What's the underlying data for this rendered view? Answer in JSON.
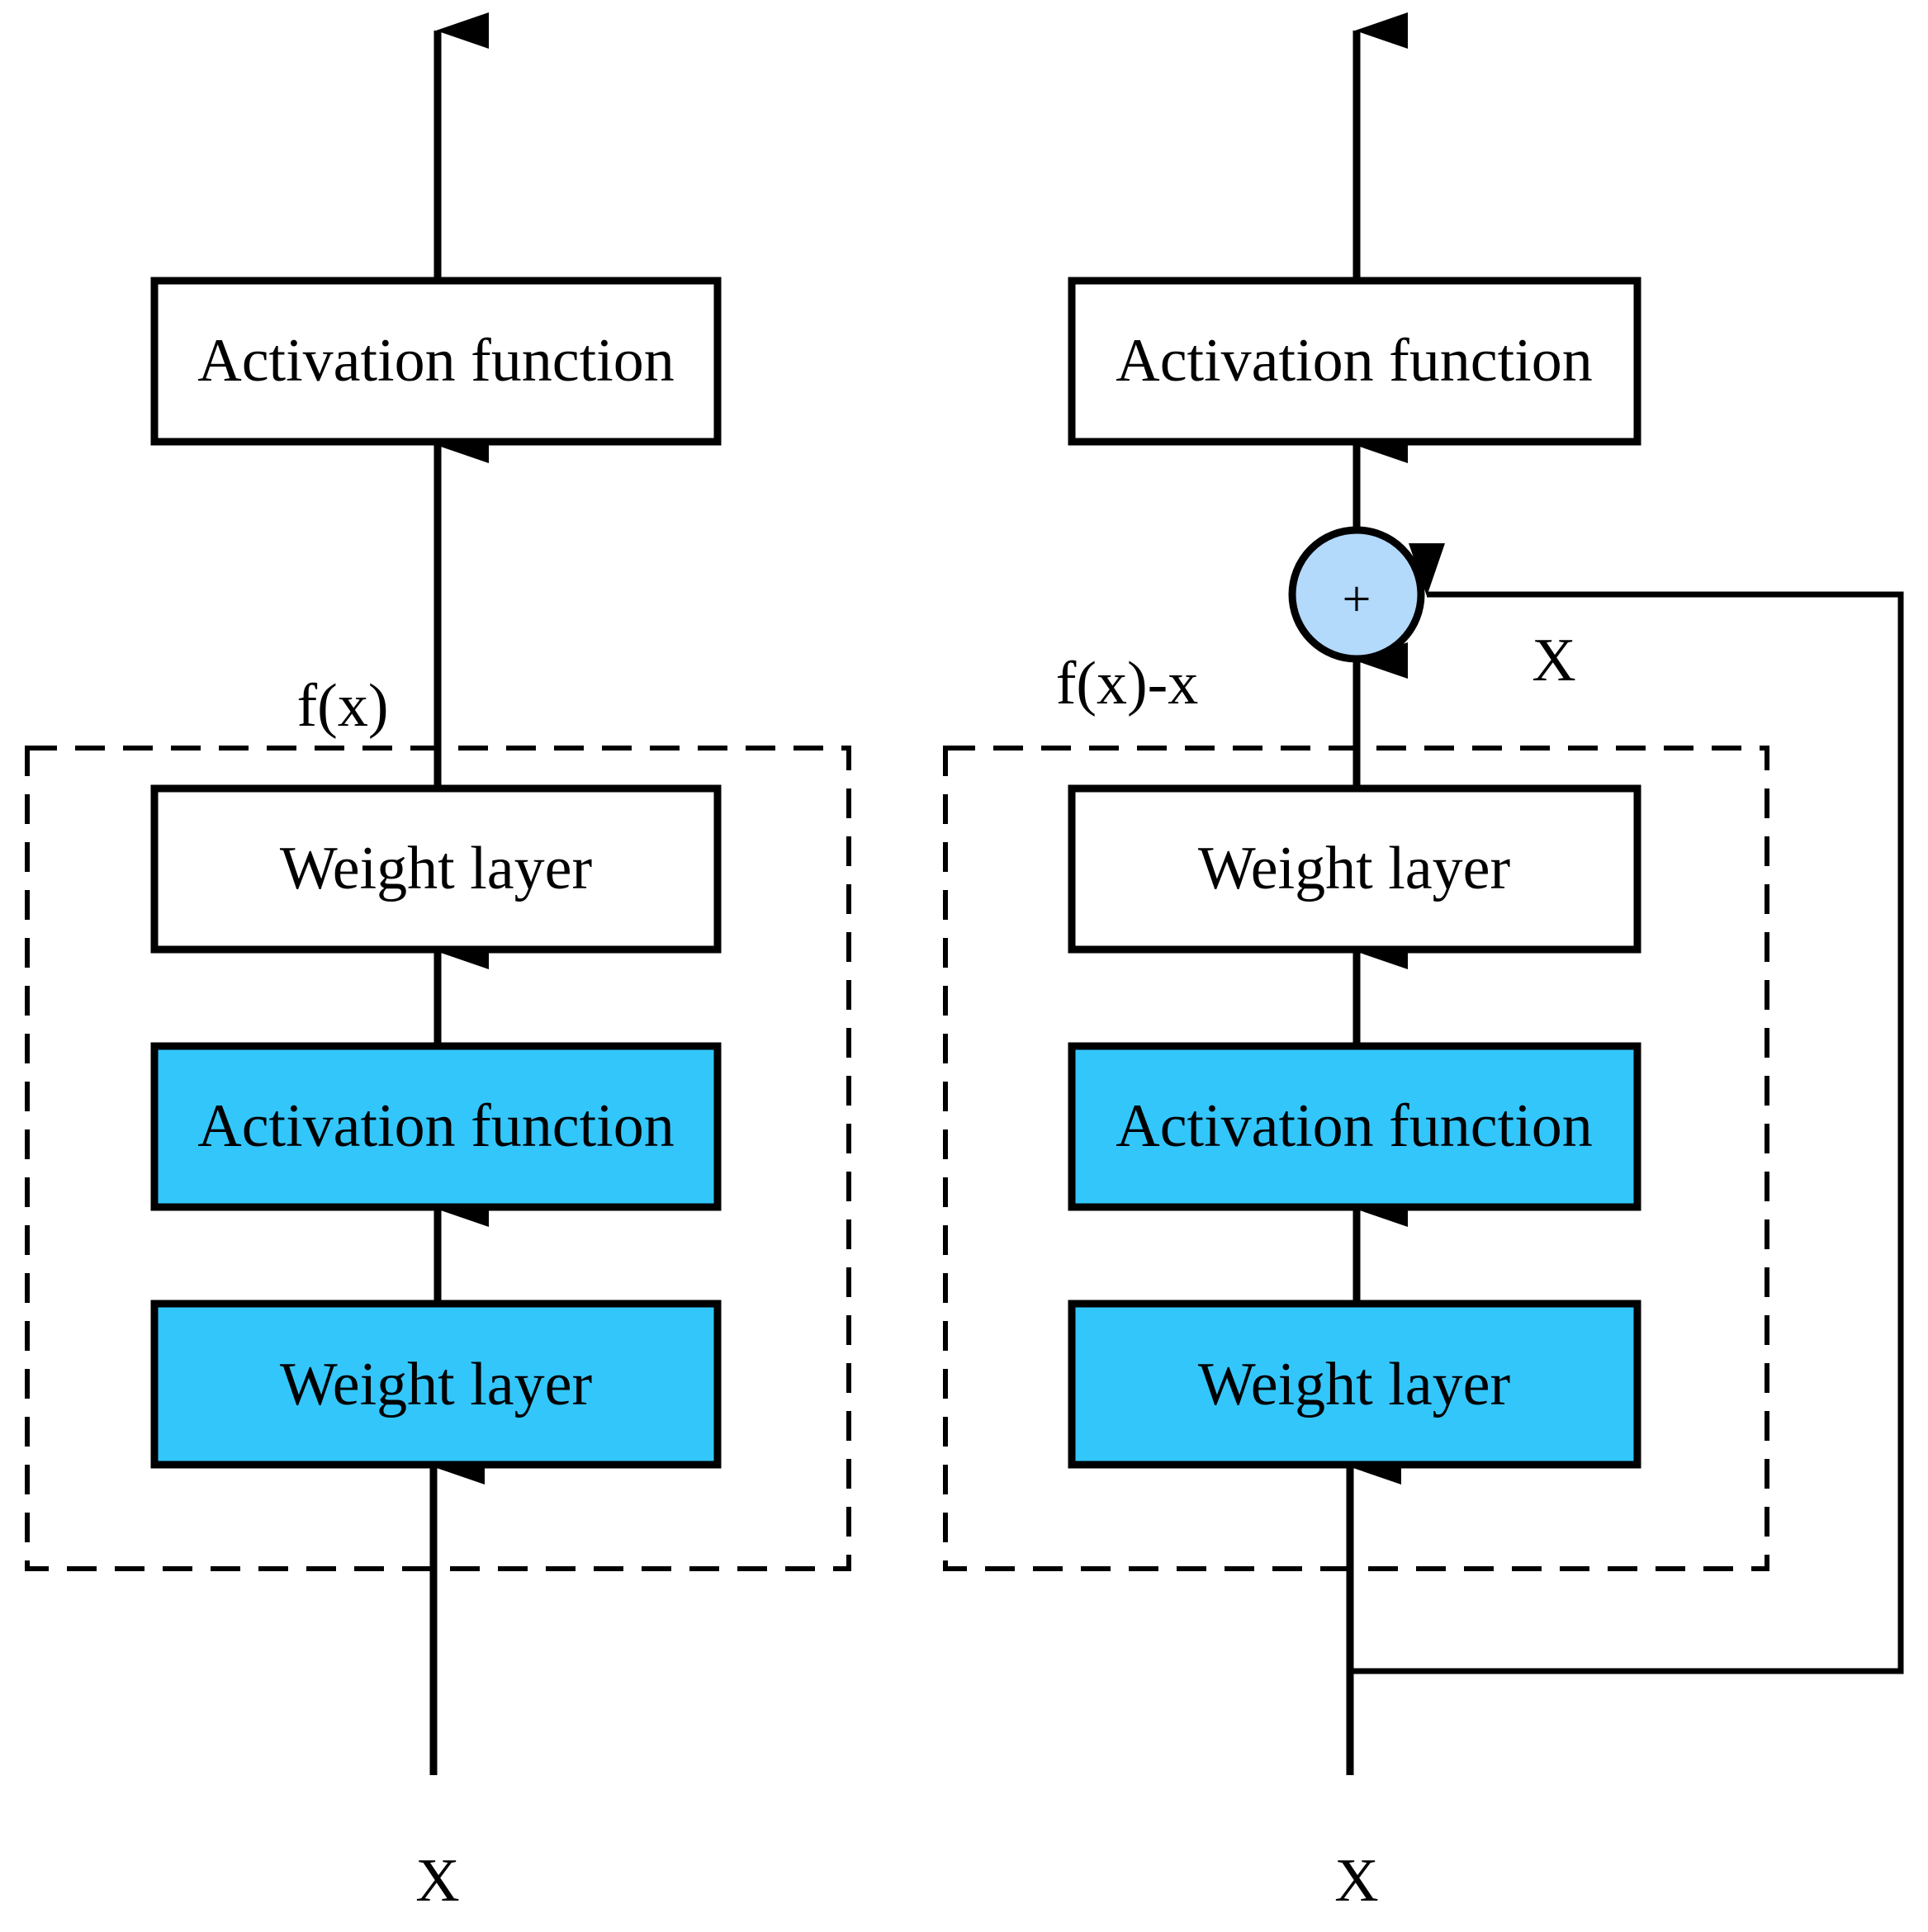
{
  "colors": {
    "stroke": "#000000",
    "box_plain": "#ffffff",
    "box_highlight": "#33c6fb",
    "adder_fill": "#b3d9fb"
  },
  "left_block": {
    "output_activation": "Activation function",
    "weight_layer_top": "Weight layer",
    "activation_mid": "Activation function",
    "weight_layer_bottom": "Weight layer",
    "block_output_label": "f(x)",
    "input_label": "X"
  },
  "right_block": {
    "output_activation": "Activation function",
    "weight_layer_top": "Weight layer",
    "activation_mid": "Activation function",
    "weight_layer_bottom": "Weight layer",
    "block_output_label": "f(x)-x",
    "adder_symbol": "+",
    "shortcut_label": "X",
    "input_label": "X"
  }
}
